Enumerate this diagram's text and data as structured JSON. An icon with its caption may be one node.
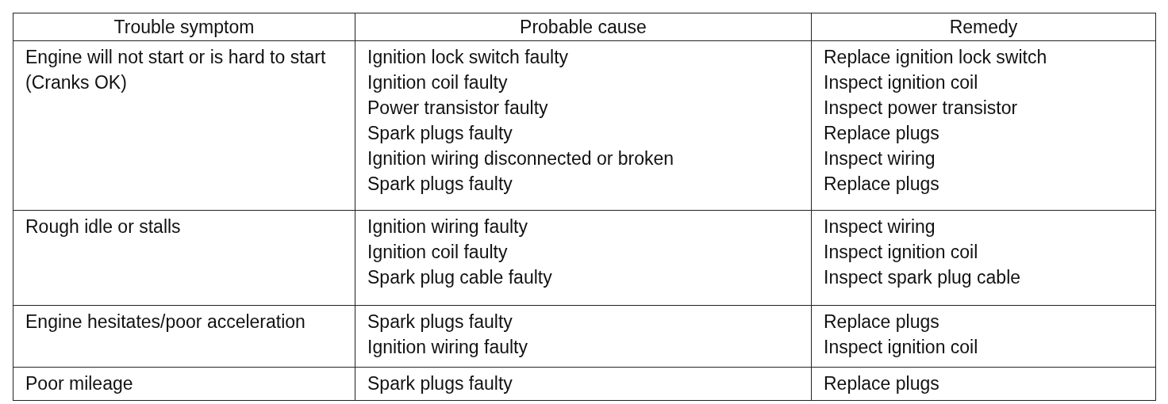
{
  "diagram": {
    "labels": [
      "Trouble symptom",
      "Probable cause",
      "Remedy",
      "Engine will not start or is hard to start (Cranks OK)",
      "Ignition lock switch faulty",
      "Ignition coil faulty",
      "Power transistor faulty",
      "Spark plugs faulty",
      "Ignition wiring disconnected or broken",
      "Spark plugs faulty",
      "Replace ignition lock switch",
      "Inspect ignition coil",
      "Inspect power transistor",
      "Replace plugs",
      "Inspect wiring",
      "Replace plugs",
      "Rough idle or stalls",
      "Ignition wiring faulty",
      "Ignition coil faulty",
      "Spark plug cable faulty",
      "Inspect wiring",
      "Inspect ignition coil",
      "Inspect spark plug cable",
      "Engine hesitates/poor acceleration",
      "Spark plugs faulty",
      "Ignition wiring faulty",
      "Replace plugs",
      "Inspect ignition coil",
      "Poor mileage",
      "Spark plugs faulty",
      "Replace plugs"
    ]
  }
}
